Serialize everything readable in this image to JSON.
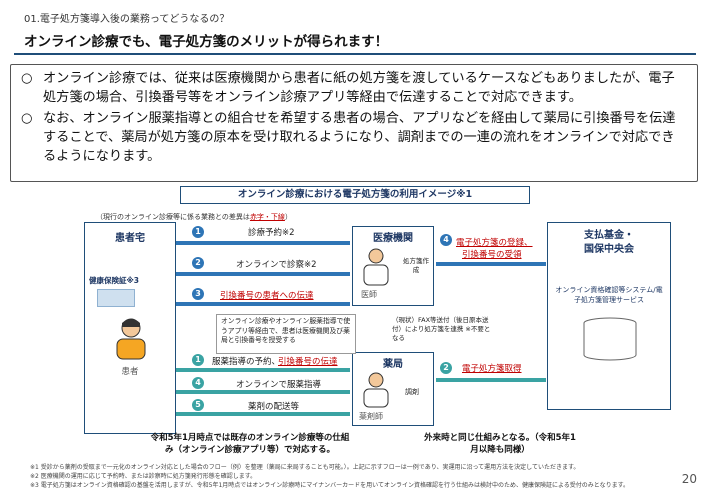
{
  "header": {
    "section": "01.電子処方箋導入後の業務ってどうなるの？",
    "title": "オンライン診療でも、電子処方箋のメリットが得られます！"
  },
  "intro": {
    "bullet_symbol": "○",
    "p1": "オンライン診療では、従来は医療機関から患者に紙の処方箋を渡しているケースなどもありましたが、電子処方箋の場合、引換番号等をオンライン診療アプリ等経由で伝達することで対応できます。",
    "p2": "なお、オンライン服薬指導との組合せを希望する患者の場合、アプリなどを経由して薬局に引換番号を伝達することで、薬局が処方箋の原本を受け取れるようになり、調剤までの一連の流れをオンラインで対応できるようになります。"
  },
  "diagram": {
    "title": "オンライン診療における電子処方箋の利用イメージ※1",
    "note_prefix": "（現行のオンライン診療等に係る業務との差異は",
    "note_red": "赤字・下線",
    "note_suffix": "）",
    "patient": {
      "title": "患者宅",
      "insurance": "健康保険証※3",
      "role": "患者"
    },
    "clinic": {
      "title": "医療機関",
      "role": "医師",
      "action": "処方箋作成"
    },
    "pharmacy": {
      "title": "薬局",
      "role": "薬剤師",
      "action": "調剤"
    },
    "payer": {
      "title1": "支払基金・",
      "title2": "国保中央会",
      "system": "オンライン資格確認等システム/電子処方箋管理サービス"
    },
    "steps": {
      "s1": "診療予約※2",
      "s2": "オンラインで診察※2",
      "s3": "引換番号の患者への伝達",
      "s4a": "電子処方箋の登録、",
      "s4b": "引換番号の受領",
      "s5": "オンライン診療やオンライン服薬指導で使うアプリ等経由で、患者は医療機関及び薬局と引換番号を授受する",
      "fax": "（現状）FAX等送付（後日原本送付）により処方箋を連携 ※不要となる",
      "p1a": "服薬指導の予約、",
      "p1b": "引換番号の伝達",
      "p2": "電子処方箋取得",
      "p4": "オンラインで服薬指導",
      "p5": "薬剤の配送等"
    },
    "nums": [
      "1",
      "2",
      "3",
      "4",
      "5"
    ],
    "bottom_left": "令和5年1月時点では既存のオンライン診療等の仕組み（オンライン診療アプリ等）で対応する。",
    "bottom_right": "外来時と同じ仕組みとなる。（令和5年1月以降も同様）"
  },
  "footnotes": {
    "f1": "※1 受診から薬剤の受取まで一元化のオンライン対応とした場合のフロー（例）を整理（薬局に来局することも可能。）。上記に示すフローは一例であり、実運用に沿って運用方法を決定していただきます。",
    "f2": "※2 医療機関の運用に応じて予約時、または診察時に処方箋発行形態を確認します。",
    "f3": "※3 電子処方箋はオンライン資格確認の基盤を活用しますが、令和5年1月時点ではオンライン診療時にマイナンバーカードを用いてオンライン資格確認を行う仕組みは検討中のため、健康保険証による受付のみとなります。"
  },
  "page_number": "20",
  "colors": {
    "accent": "#1f4e79",
    "arrow_blue": "#2e75b6",
    "arrow_teal": "#3aa3a3",
    "highlight": "#c00000"
  }
}
